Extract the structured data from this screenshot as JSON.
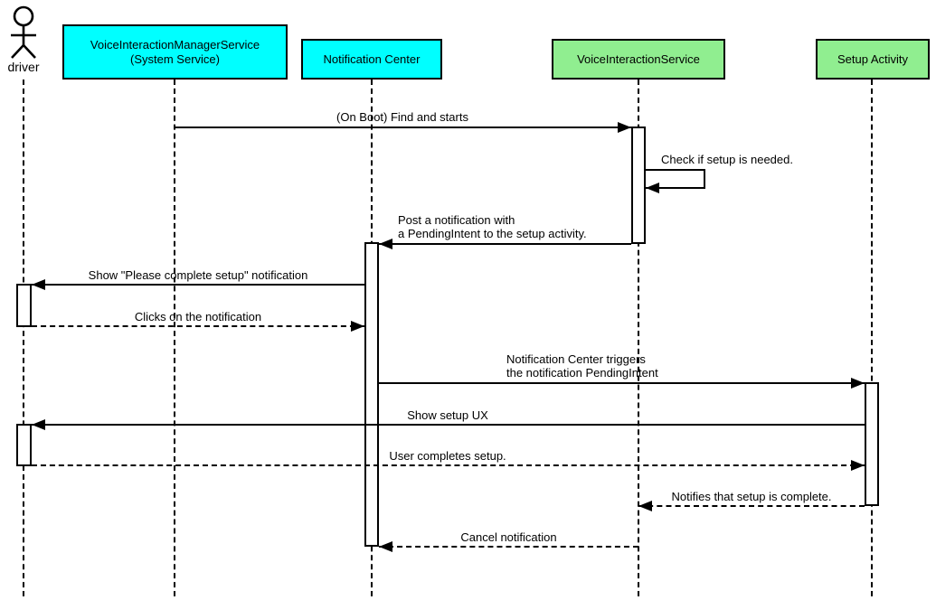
{
  "diagram_type": "uml-sequence",
  "actor": {
    "name": "driver"
  },
  "participants": [
    {
      "line1": "VoiceInteractionManagerService",
      "line2": "(System Service)",
      "fill": "#00ffff"
    },
    {
      "line1": "Notification Center",
      "fill": "#00ffff"
    },
    {
      "line1": "VoiceInteractionService",
      "fill": "#90ee90"
    },
    {
      "line1": "Setup Activity",
      "fill": "#90ee90"
    }
  ],
  "messages": [
    {
      "line1": "(On Boot) Find and starts",
      "from": "VoiceInteractionManagerService (System Service)",
      "to": "VoiceInteractionService",
      "line_style": "solid"
    },
    {
      "line1": "Check if setup is needed.",
      "from": "VoiceInteractionService",
      "to": "VoiceInteractionService",
      "line_style": "solid-self"
    },
    {
      "line1": "Post a notification with",
      "line2": "a PendingIntent to the setup activity.",
      "from": "VoiceInteractionService",
      "to": "Notification Center",
      "line_style": "solid"
    },
    {
      "line1": "Show \"Please complete setup\" notification",
      "from": "Notification Center",
      "to": "driver",
      "line_style": "solid"
    },
    {
      "line1": "Clicks on the notification",
      "from": "driver",
      "to": "Notification Center",
      "line_style": "dashed"
    },
    {
      "line1": "Notification Center triggers",
      "line2": "the notification PendingIntent",
      "from": "Notification Center",
      "to": "Setup Activity",
      "line_style": "solid"
    },
    {
      "line1": "Show setup UX",
      "from": "Setup Activity",
      "to": "driver",
      "line_style": "solid"
    },
    {
      "line1": "User completes setup.",
      "from": "driver",
      "to": "Setup Activity",
      "line_style": "dashed"
    },
    {
      "line1": "Notifies that setup is complete.",
      "from": "Setup Activity",
      "to": "VoiceInteractionService",
      "line_style": "dashed"
    },
    {
      "line1": "Cancel notification",
      "from": "VoiceInteractionService",
      "to": "Notification Center",
      "line_style": "dashed"
    }
  ],
  "colors": {
    "participant_cyan": "#00ffff",
    "participant_green": "#90ee90",
    "line": "#000000",
    "background": "#ffffff"
  }
}
